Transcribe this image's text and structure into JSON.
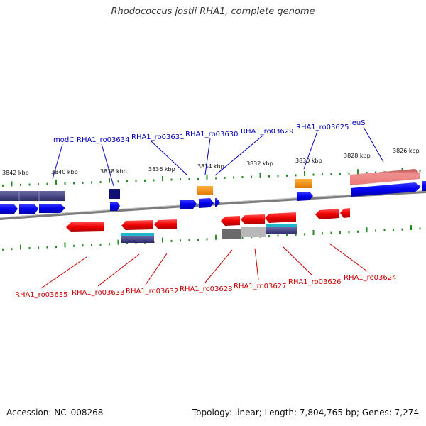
{
  "title": "Rhodococcus jostii RHA1, complete genome",
  "footer": {
    "accession": "Accession: NC_008268",
    "summary": "Topology: linear; Length: 7,804,765 bp; Genes: 7,274"
  },
  "colors": {
    "forward_label": "#0000bb",
    "reverse_label": "#cc0000",
    "tick": "#228b22",
    "backbone": "#808080"
  },
  "ticks": [
    "3842 kbp",
    "3840 kbp",
    "3838 kbp",
    "3836 kbp",
    "3834 kbp",
    "3832 kbp",
    "3830 kbp",
    "3828 kbp",
    "3826 kbp"
  ],
  "forward_genes": [
    "modC",
    "RHA1_ro03634",
    "RHA1_ro03631",
    "RHA1_ro03630",
    "RHA1_ro03629",
    "RHA1_ro03625",
    "leuS"
  ],
  "reverse_genes": [
    "RHA1_ro03635",
    "RHA1_ro03633",
    "RHA1_ro03632",
    "RHA1_ro03628",
    "RHA1_ro03627",
    "RHA1_ro03626",
    "RHA1_ro03624"
  ]
}
